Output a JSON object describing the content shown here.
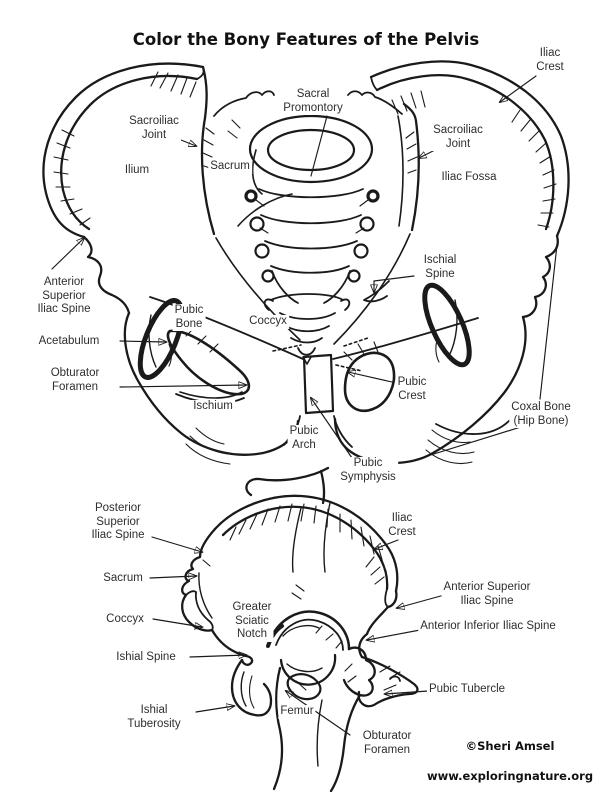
{
  "title": "Color the Bony Features of the Pelvis",
  "ink_color": "#1a1a1a",
  "label_color": "#2e2e2e",
  "credit": {
    "author": "©Sheri Amsel",
    "website": "www.exploringnature.org"
  },
  "front_view": {
    "name": "Pelvis, anterior view",
    "labels": {
      "iliac_crest": {
        "text": "Iliac\nCrest"
      },
      "sacroiliac_left": {
        "text": "Sacroiliac\nJoint"
      },
      "sacral_promontory": {
        "text": "Sacral\nPromontory"
      },
      "sacroiliac_right": {
        "text": "Sacroiliac\nJoint"
      },
      "sacrum": {
        "text": "Sacrum"
      },
      "ilium": {
        "text": "Ilium"
      },
      "iliac_fossa": {
        "text": "Iliac Fossa"
      },
      "asis": {
        "text": "Anterior\nSuperior\nIliac Spine"
      },
      "ischial_spine": {
        "text": "Ischial\nSpine"
      },
      "pubic_bone": {
        "text": "Pubic\nBone"
      },
      "coccyx": {
        "text": "Coccyx"
      },
      "acetabulum": {
        "text": "Acetabulum"
      },
      "obturator_foramen": {
        "text": "Obturator\nForamen"
      },
      "ischium": {
        "text": "Ischium"
      },
      "pubic_crest": {
        "text": "Pubic\nCrest"
      },
      "pubic_arch": {
        "text": "Pubic\nArch"
      },
      "pubic_symphysis": {
        "text": "Pubic\nSymphysis"
      },
      "coxal_bone": {
        "text": "Coxal Bone\n(Hip Bone)"
      }
    }
  },
  "side_view": {
    "name": "Hip bone with femur, lateral view",
    "labels": {
      "psis": {
        "text": "Posterior\nSuperior\nIliac Spine"
      },
      "iliac_crest": {
        "text": "Iliac\nCrest"
      },
      "sacrum": {
        "text": "Sacrum"
      },
      "asis": {
        "text": "Anterior Superior\nIliac Spine"
      },
      "coccyx": {
        "text": "Coccyx"
      },
      "greater_sciatic_notch": {
        "text": "Greater\nSciatic\nNotch"
      },
      "aiis": {
        "text": "Anterior Inferior Iliac Spine"
      },
      "ishial_spine": {
        "text": "Ishial Spine"
      },
      "pubic_tubercle": {
        "text": "Pubic Tubercle"
      },
      "ishial_tuberosity": {
        "text": "Ishial\nTuberosity"
      },
      "femur": {
        "text": "Femur"
      },
      "obturator_foramen": {
        "text": "Obturator\nForamen"
      }
    }
  }
}
